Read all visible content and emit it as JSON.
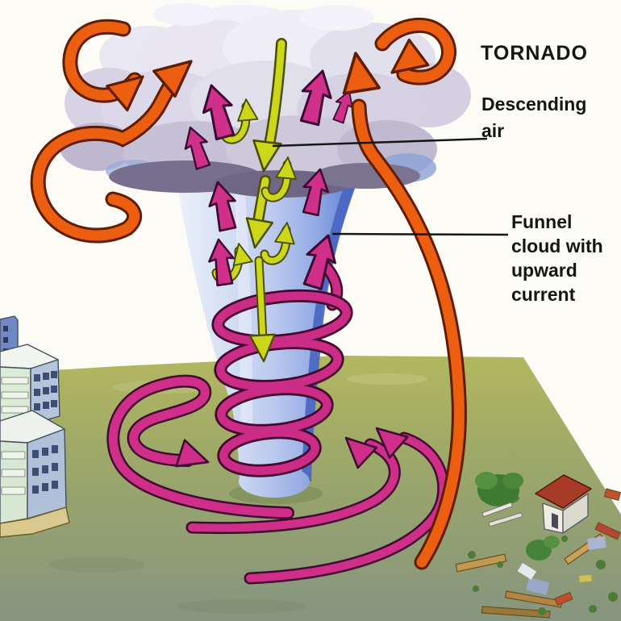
{
  "figure": {
    "title": "TORNADO",
    "labels": {
      "descending_air": {
        "lines": [
          "Descending",
          "air"
        ]
      },
      "funnel_cloud": {
        "lines": [
          "Funnel",
          "cloud with",
          "upward",
          "current"
        ]
      }
    },
    "palette": {
      "arrow_orange": "#ec5e10",
      "arrow_pink": "#d1308a",
      "arrow_yellow_green": "#cdd71a",
      "funnel_blue": "#9db4e8",
      "cloud_lavender": "#cfccdf",
      "ground_green": "#9ba567",
      "pointer_line": "#161616",
      "label_text": "#151515"
    }
  }
}
